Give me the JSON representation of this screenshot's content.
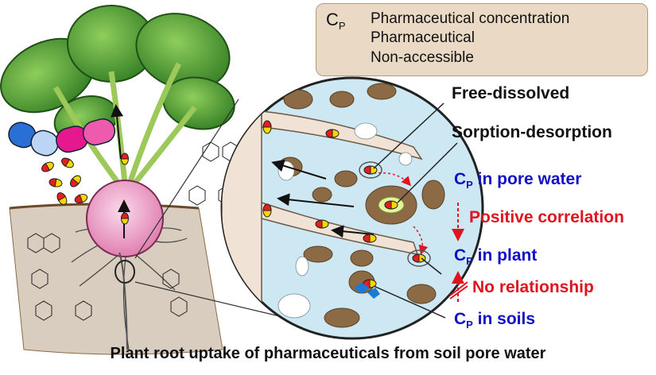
{
  "legend": {
    "cp_symbol": "C",
    "cp_sub": "P",
    "cp_label": "Pharmaceutical concentration",
    "pharma_label": "Pharmaceutical",
    "nonaccess_label": "Non-accessible"
  },
  "labels": {
    "free_dissolved": "Free-dissolved",
    "sorption": "Sorption-desorption",
    "cp_prefix": "C",
    "cp_sub": "P",
    "pore_water": " in pore water",
    "plant": " in plant",
    "soils": " in soils",
    "positive": "Positive correlation",
    "no_relationship": "No relationship"
  },
  "caption": "Plant root uptake of pharmaceuticals from soil pore water",
  "colors": {
    "blue_label": "#1010c8",
    "red_label": "#e0141e",
    "capsule_red": "#e81e1e",
    "capsule_yellow": "#f5d800",
    "soil": "#8b6a45",
    "pore": "#cde8f2",
    "radish": "#f2a6c8"
  }
}
